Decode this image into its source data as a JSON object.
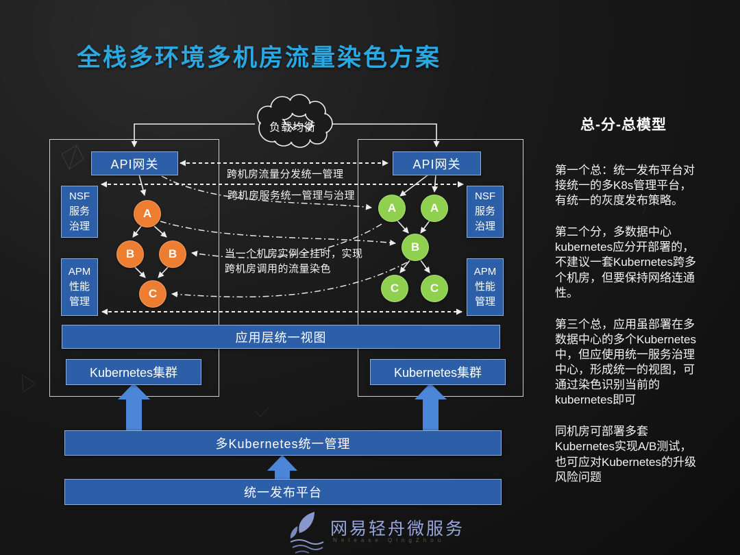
{
  "title": "全栈多环境多机房流量染色方案",
  "diagram": {
    "load_balancer": "负载均衡",
    "left_dc": {
      "api_gateway": "API网关",
      "nsf": "NSF\n服务\n治理",
      "apm": "APM\n性能\n管理",
      "nodes": [
        "A",
        "B",
        "B",
        "C"
      ],
      "kubernetes": "Kubernetes集群"
    },
    "right_dc": {
      "api_gateway": "API网关",
      "nsf": "NSF\n服务\n治理",
      "apm": "APM\n性能\n管理",
      "nodes": [
        "A",
        "A",
        "B",
        "C",
        "C"
      ],
      "kubernetes": "Kubernetes集群"
    },
    "annotations": {
      "traffic_distribution": "跨机房流量分发统一管理",
      "service_governance": "跨机房服务统一管理与治理",
      "failover_coloring": "当一个机房实例全挂时，实现\n跨机房调用的流量染色"
    },
    "bars": {
      "app_layer": "应用层统一视图",
      "multi_k8s": "多Kubernetes统一管理",
      "release_platform": "统一发布平台"
    }
  },
  "right_panel": {
    "heading": "总-分-总模型",
    "paragraphs": [
      "第一个总：统一发布平台对接统一的多K8s管理平台，有统一的灰度发布策略。",
      "第二个分，多数据中心kubernetes应分开部署的，不建议一套Kubernetes跨多个机房，但要保持网络连通性。",
      "第三个总，应用虽部署在多数据中心的多个Kubernetes中，但应使用统一服务治理中心，形成统一的视图，可通过染色识别当前的kubernetes即可",
      "同机房可部署多套Kubernetes实现A/B测试，也可应对Kubernetes的升级风险问题"
    ]
  },
  "footer": {
    "logo_text": "网易轻舟微服务",
    "logo_subtext": "Netease QingZhou"
  },
  "colors": {
    "title_accent": "#29a8e2",
    "box_blue": "#2d5fa9",
    "node_orange": "#ed7d31",
    "node_green": "#8fd04f",
    "fat_arrow_blue": "#4c86d9",
    "line_white": "#ececec",
    "logo_blue": "#97a5dc",
    "background": "#171717"
  }
}
